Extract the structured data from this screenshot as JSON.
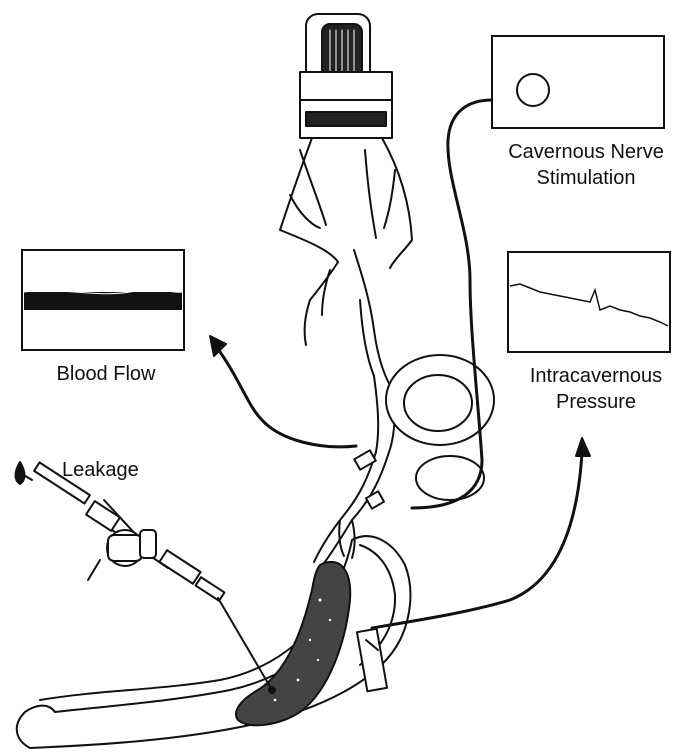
{
  "labels": {
    "cavernous_nerve_line1": "Cavernous Nerve",
    "cavernous_nerve_line2": "Stimulation",
    "blood_flow": "Blood Flow",
    "intracavernous_line1": "Intracavernous",
    "intracavernous_line2": "Pressure",
    "leakage": "Leakage"
  },
  "colors": {
    "ink": "#111111",
    "background": "#ffffff"
  }
}
